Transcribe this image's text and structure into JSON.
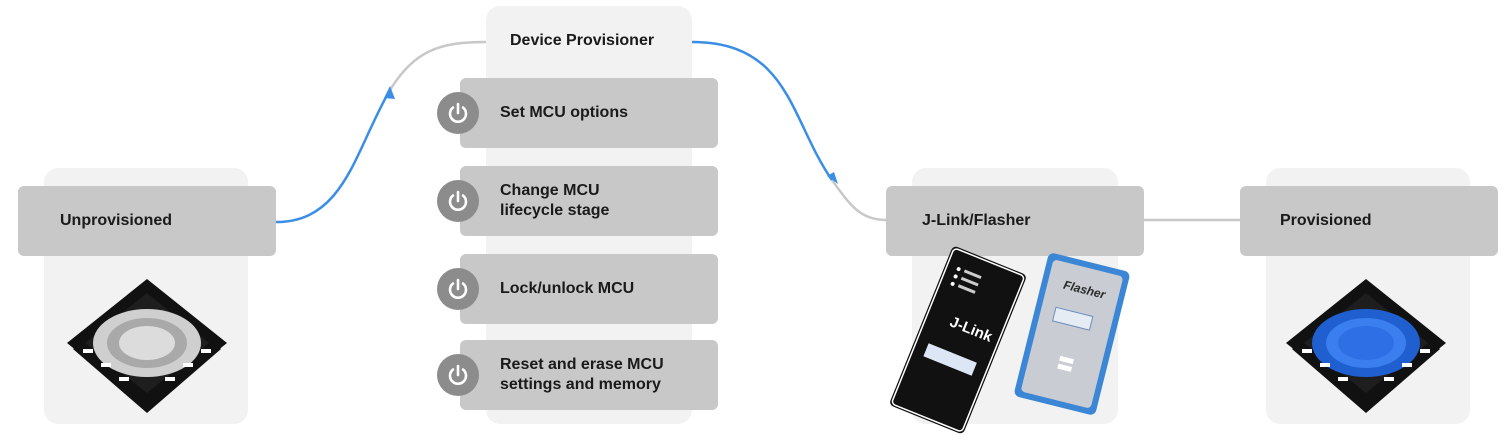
{
  "colors": {
    "accent": "#3a8ee6",
    "connector_gray": "#c8c8c8",
    "box_gray": "#c8c8c8",
    "panel": "#f2f2f2"
  },
  "nodes": {
    "unprovisioned": {
      "label": "Unprovisioned"
    },
    "provisioner": {
      "label": "Device Provisioner",
      "steps": [
        {
          "label": "Set MCU options",
          "icon": "power-icon"
        },
        {
          "label": "Change MCU\nlifecycle stage",
          "icon": "power-icon"
        },
        {
          "label": "Lock/unlock MCU",
          "icon": "power-icon"
        },
        {
          "label": "Reset and erase MCU\nsettings and memory",
          "icon": "power-icon"
        }
      ]
    },
    "jlink": {
      "label": "J-Link/Flasher",
      "device_labels": {
        "jlink": "J-Link",
        "flasher": "Flasher"
      }
    },
    "provisioned": {
      "label": "Provisioned"
    }
  }
}
